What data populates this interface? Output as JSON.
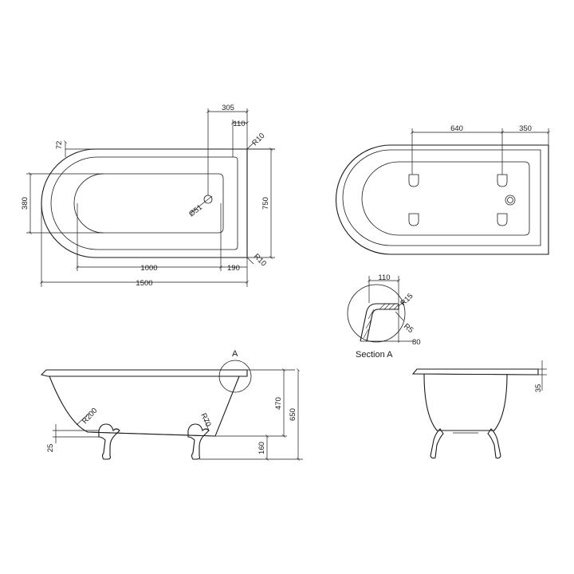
{
  "plan": {
    "dim_305": "305",
    "dim_110": "110",
    "dim_r10_top": "R10",
    "dim_72": "72",
    "dim_380": "380",
    "dim_750": "750",
    "dim_waste": "Ø51",
    "dim_1000": "1000",
    "dim_190": "190",
    "dim_r10_bottom": "R10",
    "dim_1500": "1500"
  },
  "underside": {
    "dim_640": "640",
    "dim_350": "350"
  },
  "section": {
    "dim_110": "110",
    "dim_r15": "R15",
    "dim_r5": "R5",
    "dim_80": "80",
    "title": "Section A"
  },
  "side": {
    "detail_marker": "A",
    "dim_r200": "R200",
    "dim_r70": "R70",
    "dim_470": "470",
    "dim_650": "650",
    "dim_25": "25",
    "dim_160": "160"
  },
  "end": {
    "dim_35": "35"
  }
}
